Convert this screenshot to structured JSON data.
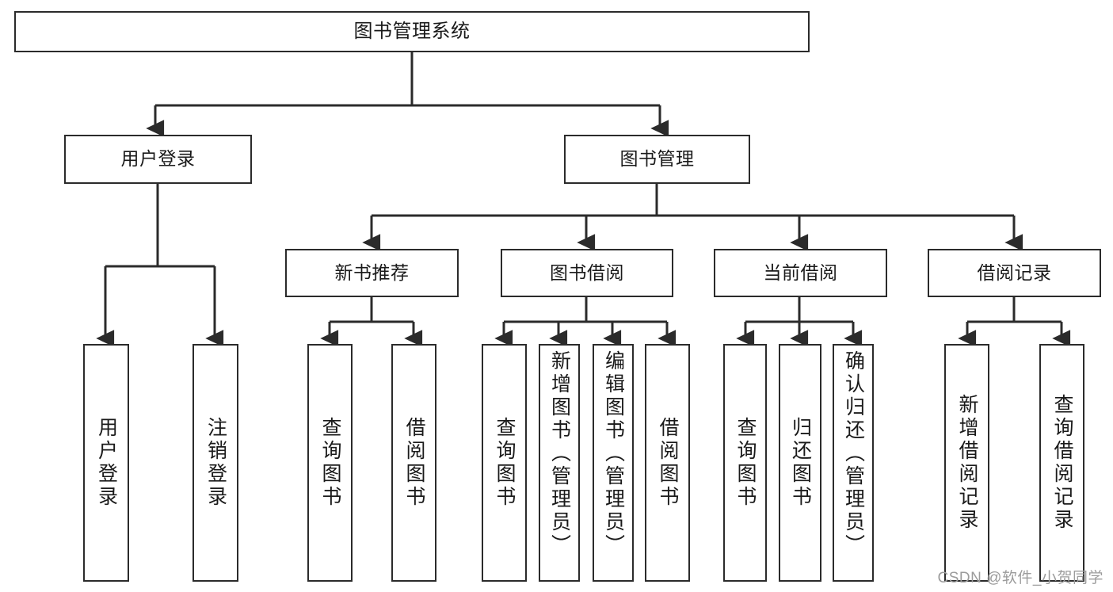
{
  "diagram": {
    "title": "图书管理系统",
    "type": "tree-hierarchy-chart",
    "watermark": "CSDN @软件_小贺同学",
    "colors": {
      "stroke": "#2b2b2b",
      "fill": "#ffffff",
      "text": "#1a1a1a",
      "watermark": "#9c9c9c"
    },
    "levels": {
      "root": {
        "label": "图书管理系统"
      },
      "level2": [
        {
          "id": "user-login",
          "label": "用户登录"
        },
        {
          "id": "book-management",
          "label": "图书管理"
        }
      ],
      "level3": [
        {
          "id": "new-book-recommend",
          "label": "新书推荐"
        },
        {
          "id": "book-borrow",
          "label": "图书借阅"
        },
        {
          "id": "current-borrow",
          "label": "当前借阅"
        },
        {
          "id": "borrow-record",
          "label": "借阅记录"
        }
      ],
      "leaves": {
        "user_login": [
          {
            "id": "leaf-user-login",
            "label": "用户登录"
          },
          {
            "id": "leaf-logout-login",
            "label": "注销登录"
          }
        ],
        "new_book_recommend": [
          {
            "id": "leaf-query-book-1",
            "label": "查询图书"
          },
          {
            "id": "leaf-borrow-book-1",
            "label": "借阅图书"
          }
        ],
        "book_borrow": [
          {
            "id": "leaf-query-book-2",
            "label": "查询图书"
          },
          {
            "id": "leaf-add-book",
            "label": "新增图书（管理员）"
          },
          {
            "id": "leaf-edit-book",
            "label": "编辑图书（管理员）"
          },
          {
            "id": "leaf-borrow-book-2",
            "label": "借阅图书"
          }
        ],
        "current_borrow": [
          {
            "id": "leaf-query-book-3",
            "label": "查询图书"
          },
          {
            "id": "leaf-return-book",
            "label": "归还图书"
          },
          {
            "id": "leaf-confirm-return",
            "label": "确认归还（管理员）"
          }
        ],
        "borrow_record": [
          {
            "id": "leaf-add-record",
            "label": "新增借阅记录"
          },
          {
            "id": "leaf-query-record",
            "label": "查询借阅记录"
          }
        ]
      }
    }
  }
}
